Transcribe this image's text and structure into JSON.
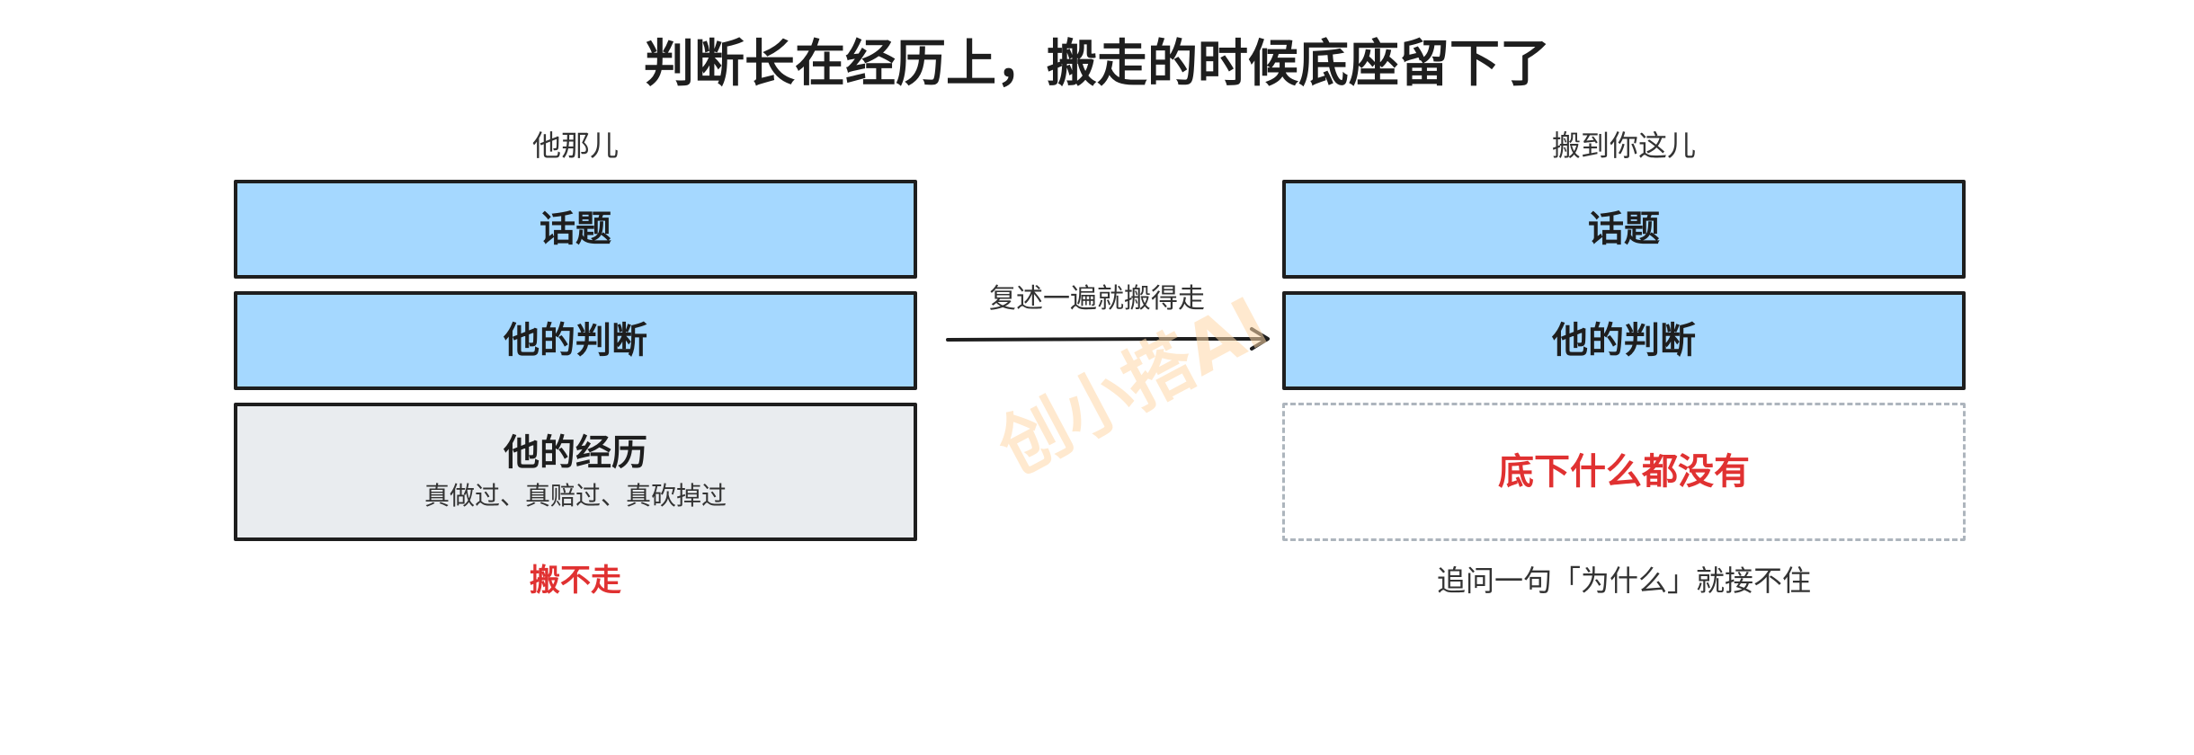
{
  "title": "判断长在经历上，搬走的时候底座留下了",
  "left": {
    "caption": "他那儿",
    "boxes": [
      {
        "label": "话题"
      },
      {
        "label": "他的判断"
      },
      {
        "label": "他的经历",
        "sub": "真做过、真赔过、真砍掉过"
      }
    ],
    "footer": "搬不走"
  },
  "arrow": {
    "label": "复述一遍就搬得走"
  },
  "right": {
    "caption": "搬到你这儿",
    "boxes": [
      {
        "label": "话题"
      },
      {
        "label": "他的判断"
      },
      {
        "label": "底下什么都没有"
      }
    ],
    "footer": "追问一句「为什么」就接不住"
  },
  "watermark": "创小搭AI",
  "colors": {
    "box_blue": "#a5d8ff",
    "box_gray": "#e9ecef",
    "accent_red": "#e03131",
    "dashed_border": "#adb5bd",
    "watermark": "#ffd8a8"
  }
}
